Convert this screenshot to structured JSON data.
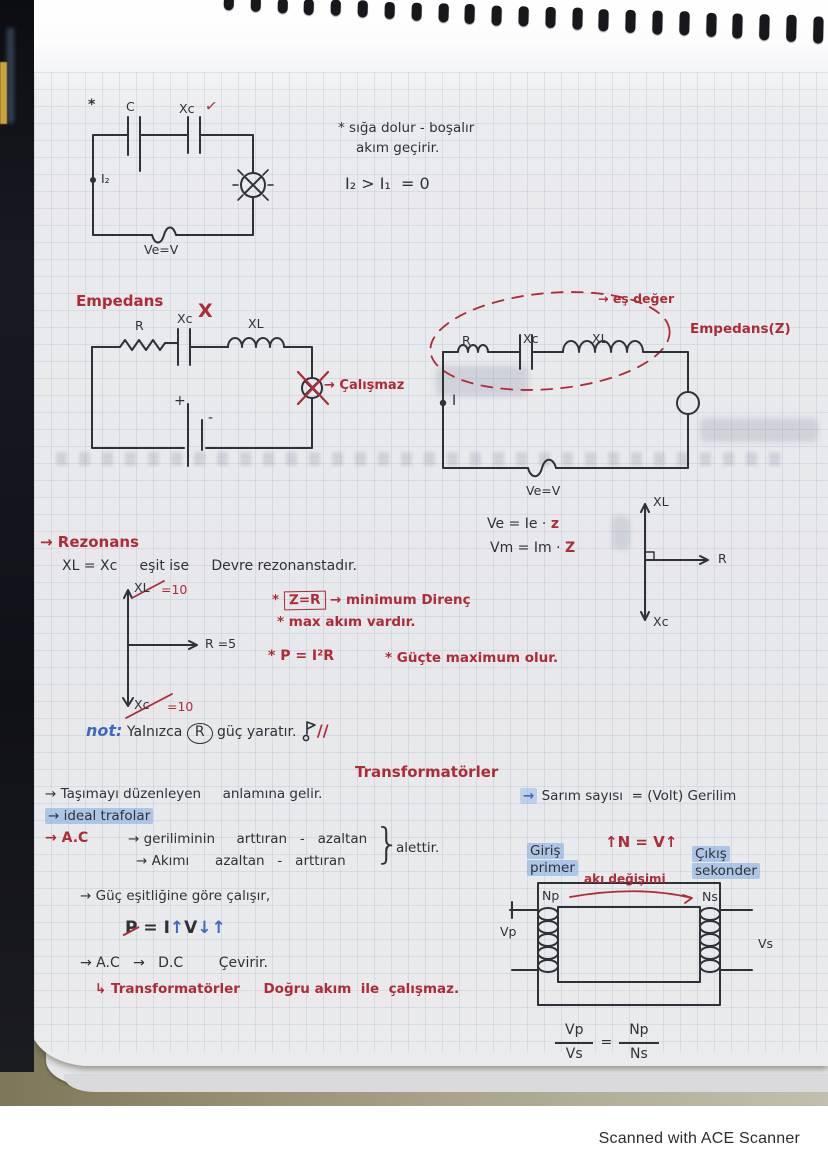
{
  "scan": {
    "scanner_credit": "Scanned with ACE Scanner",
    "spiral_hole_count": 23
  },
  "colors": {
    "ink": "#2f3138",
    "red_pen": "#ae2b38",
    "blue_pen": "#3f68c0",
    "highlight": "#7daae1",
    "paper": "#e9eaed",
    "table": "#938d6f"
  },
  "cap_section": {
    "star": "*",
    "cap1": "C",
    "cap2": "Xc",
    "check": "✓",
    "current": "I₂",
    "source": "Ve=V",
    "note1": "* sığa dolur - boşalır",
    "note2": "akım geçirir.",
    "equation": "I₂ > I₁  = 0"
  },
  "empedans": {
    "title": "Empedans",
    "left": {
      "r": "R",
      "xc": "Xc",
      "xmark": "X",
      "xl": "XL",
      "plus": "+",
      "minus": "-",
      "fail": "→ Çalışmaz"
    },
    "right": {
      "r": "R",
      "xc": "Xc",
      "xl": "XL",
      "esdeger": "→ eş değer",
      "impedance": "Empedans(Z)",
      "current": "I",
      "source": "Ve=V"
    },
    "eq1a": "Ve = Ie · ",
    "eq1b": "z",
    "eq2a": "Vm = Im · ",
    "eq2b": "Z",
    "axis": {
      "up": "XL",
      "right": "R",
      "down": "Xc"
    }
  },
  "rezonans": {
    "title": "→ Rezonans",
    "line1": "XL = Xc     eşit ise     Devre rezonanstadır.",
    "axis": {
      "up": "XL",
      "up_val": "=10",
      "right": "R =5",
      "down": "Xc",
      "down_val": "=10"
    },
    "n1_star": "* ",
    "n1_box": "Z=R",
    "n1_rest": " → minimum Direnç",
    "n2": "* max akım vardır.",
    "n3": "* P = I²R",
    "n4": "* Güçte maximum olur."
  },
  "note_line": {
    "badge": "not:",
    "t1": "Yalnızca",
    "circled": "R",
    "t2": "güç yaratır.",
    "slashes": "//"
  },
  "transformers": {
    "heading": "Transformatörler",
    "l1": "→ Taşımayı düzenleyen     anlamına gelir.",
    "l2": "→ ideal trafolar",
    "l3h": "→ A.C",
    "l3a": "→ geriliminin     arttıran   -   azaltan",
    "l3b": "→ Akımı      azaltan   -   arttıran",
    "brace": "}",
    "l3c": "alettir.",
    "l4": "→ Güç eşitliğine göre çalışır,",
    "pw": {
      "p": "P",
      "eq": " = ",
      "i": "I",
      "a1": "↑",
      "v": "V",
      "a2": "↓",
      "a3": "↑"
    },
    "l5": "→ A.C   →   D.C        Çevirir.",
    "l6": "↳ Transformatörler     Doğru akım  ile  çalışmaz."
  },
  "winding": {
    "arrow": "→",
    "rule": "Sarım sayısı  = (Volt) Gerilim",
    "relation": "↑N = V↑",
    "in1": "Giriş",
    "in2": "primer",
    "out1": "Çıkış",
    "out2": "sekonder",
    "np": "Np",
    "ns": "Ns",
    "vp": "Vp",
    "vs": "Vs",
    "flux": "akı değişimi",
    "frac": {
      "n1": "Vp",
      "d1": "Vs",
      "eq": "=",
      "n2": "Np",
      "d2": "Ns"
    }
  }
}
